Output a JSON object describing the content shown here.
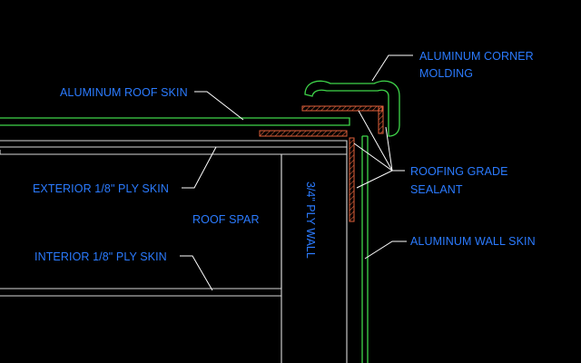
{
  "diagram": {
    "colors": {
      "background": "#000000",
      "label": "#2b7bff",
      "aluminum": "#3fd64a",
      "wood": "#d9d9d9",
      "sealant": "#e0603a",
      "leader": "#ffffff"
    },
    "labels": {
      "roof_skin": "ALUMINUM ROOF SKIN",
      "corner_molding_line1": "ALUMINUM CORNER",
      "corner_molding_line2": "MOLDING",
      "exterior_ply": "EXTERIOR 1/8\" PLY SKIN",
      "roof_spar": "ROOF SPAR",
      "ply_wall": "3/4\" PLY WALL",
      "sealant_line1": "ROOFING GRADE",
      "sealant_line2": "SEALANT",
      "wall_skin": "ALUMINUM WALL SKIN",
      "interior_ply": "INTERIOR 1/8\" PLY SKIN"
    }
  }
}
